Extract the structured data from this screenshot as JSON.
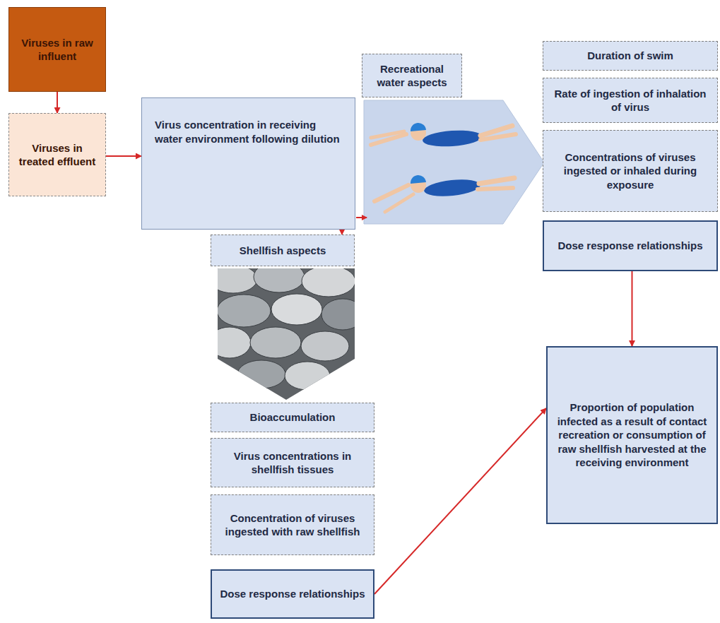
{
  "diagram": {
    "nodes": [
      {
        "text": [
          "Viruses in raw influent"
        ]
      },
      {
        "text": [
          "Viruses in treated effluent"
        ]
      },
      {
        "text": [
          "Virus concentration in receiving water environment following dilution"
        ]
      },
      {
        "text": [
          "Recreational water aspects"
        ]
      },
      {
        "text": [
          "Duration of swim"
        ]
      },
      {
        "text": [
          "Rate of ingestion of inhalation of virus"
        ]
      },
      {
        "text": [
          "Concentrations of viruses ingested or inhaled during exposure"
        ]
      },
      {
        "text": [
          "Dose response relationships"
        ]
      },
      {
        "text": [
          "Shellfish aspects"
        ]
      },
      {
        "text": [
          "Bioaccumulation"
        ]
      },
      {
        "text": [
          "Virus concentrations in shellfish tissues"
        ]
      },
      {
        "text": [
          "Concentration of viruses ingested with raw shellfish"
        ]
      },
      {
        "text": [
          "Dose response relationships"
        ]
      },
      {
        "text": [
          "Proportion of population infected as a result of contact recreation or consumption of raw shellfish harvested at the receiving environment"
        ]
      }
    ],
    "edges": [
      {
        "from": 0,
        "to": 1,
        "arrow": "to"
      },
      {
        "from": 1,
        "to": 2,
        "arrow": "to"
      },
      {
        "from": 2,
        "to": 8,
        "arrow": "to"
      },
      {
        "from": 7,
        "to": 13,
        "arrow": "to"
      },
      {
        "from": 12,
        "to": 13,
        "arrow": "to"
      }
    ]
  }
}
